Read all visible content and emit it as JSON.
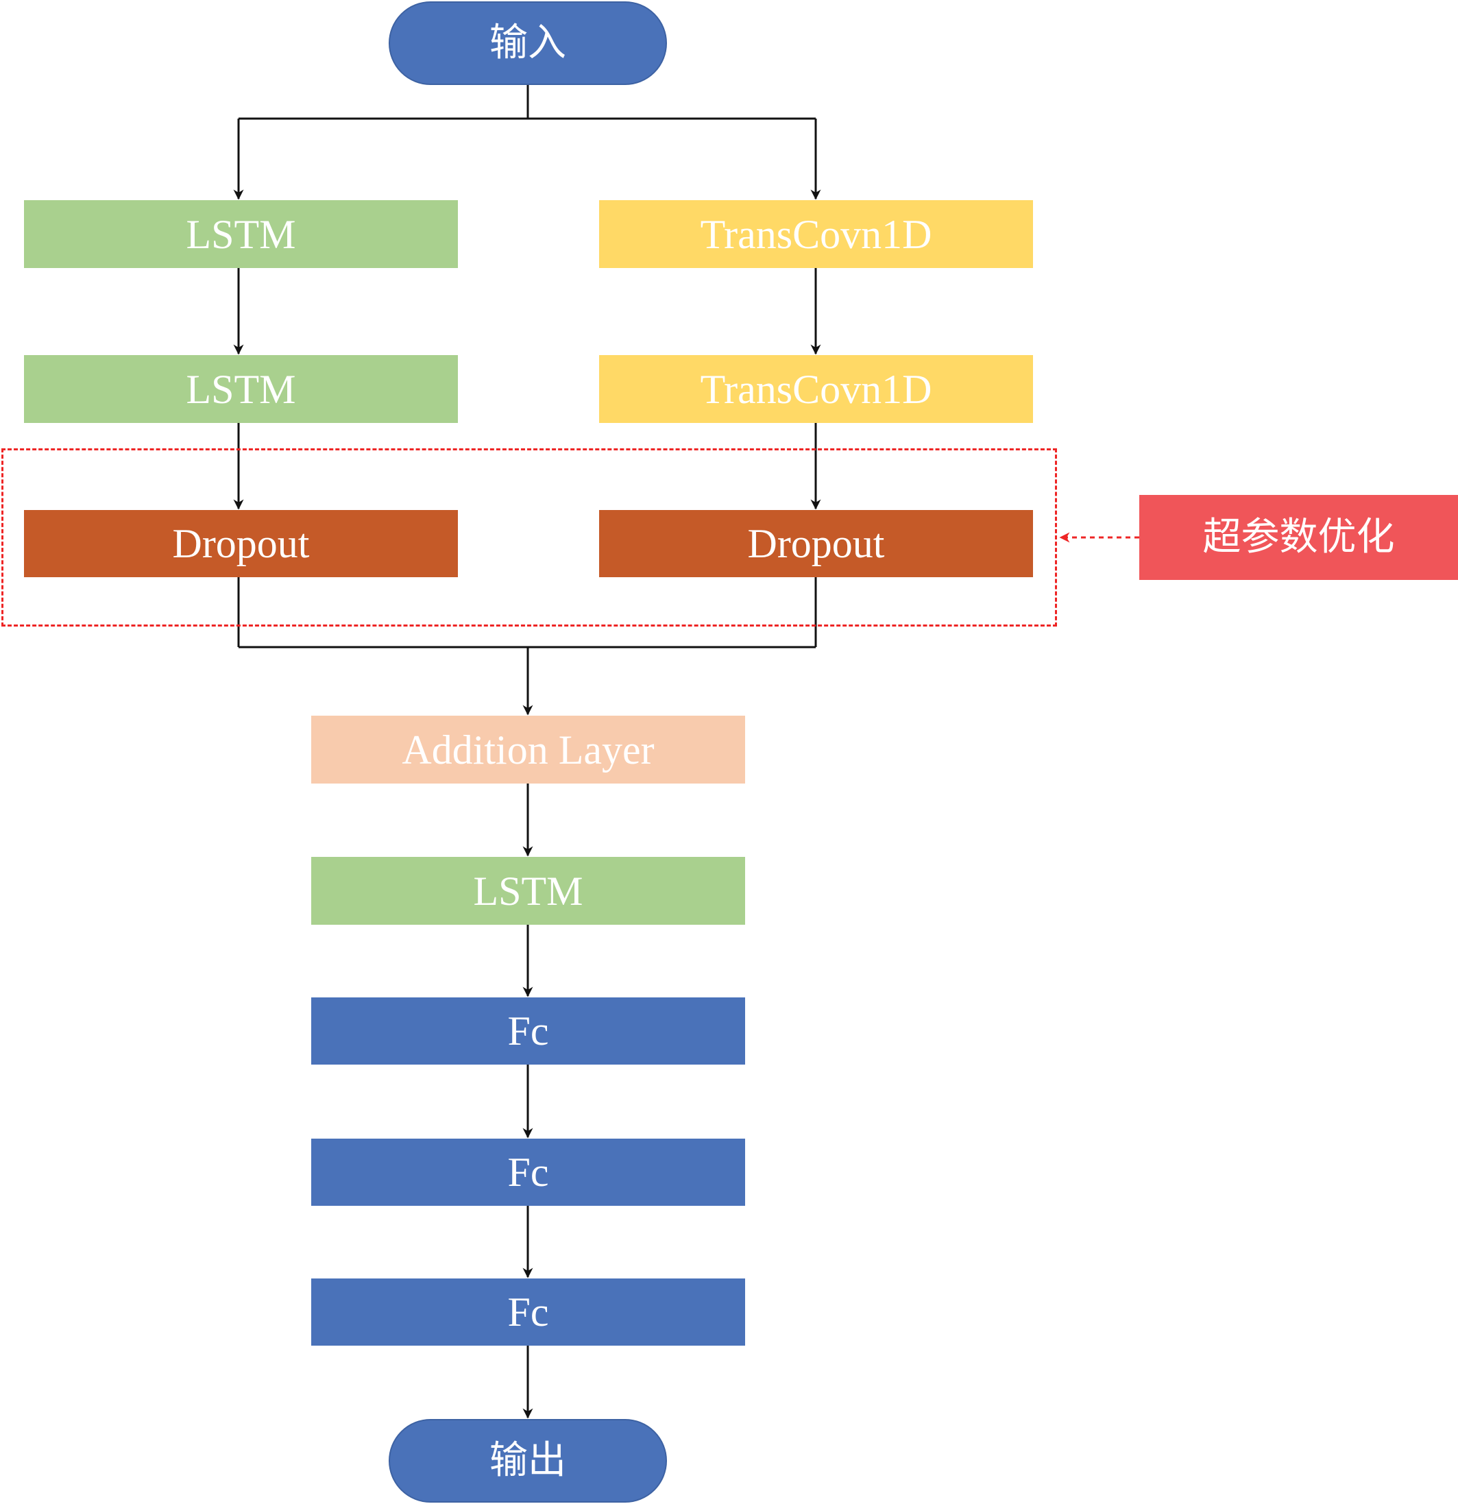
{
  "diagram": {
    "input": "输入",
    "output": "输出",
    "left_branch": [
      "LSTM",
      "LSTM",
      "Dropout"
    ],
    "right_branch": [
      "TransCovn1D",
      "TransCovn1D",
      "Dropout"
    ],
    "merge": "Addition Layer",
    "trunk": [
      "LSTM",
      "Fc",
      "Fc",
      "Fc"
    ],
    "annotation": "超参数优化",
    "colors": {
      "lstm": "#a9d08e",
      "transconv": "#ffd966",
      "dropout": "#c55a28",
      "addition": "#f8cbad",
      "fc": "#4a72b9",
      "io": "#4a72b9",
      "annotation": "#f05559",
      "highlight_border": "#ee2525"
    }
  }
}
